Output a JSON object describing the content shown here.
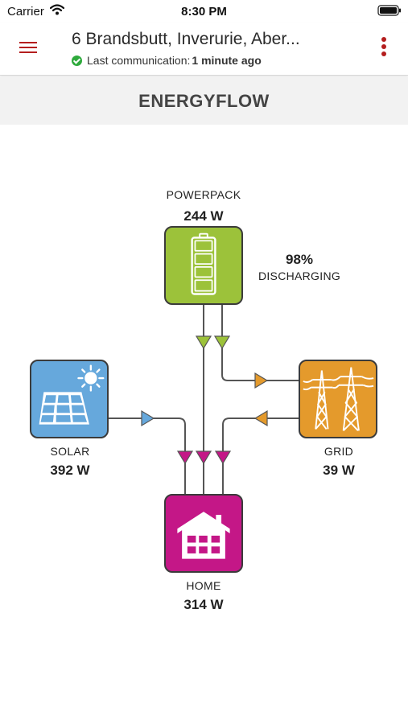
{
  "status_bar": {
    "carrier": "Carrier",
    "time": "8:30 PM"
  },
  "header": {
    "address": "6 Brandsbutt, Inverurie, Aber...",
    "comm_label": "Last communication:",
    "comm_value": "1 minute ago"
  },
  "section": {
    "title": "ENERGYFLOW"
  },
  "energyflow": {
    "powerpack": {
      "label": "POWERPACK",
      "value": "244 W",
      "charge_percent": "98%",
      "charge_state": "DISCHARGING"
    },
    "solar": {
      "label": "SOLAR",
      "value": "392 W"
    },
    "grid": {
      "label": "GRID",
      "value": "39 W"
    },
    "home": {
      "label": "HOME",
      "value": "314 W"
    }
  },
  "colors": {
    "powerpack": "#9cc23a",
    "solar": "#66a8dc",
    "grid": "#e49a2c",
    "home": "#c41787",
    "accent": "#b41e1e",
    "status_ok": "#2eaa3c"
  },
  "icons": {
    "menu": "hamburger-menu-icon",
    "more": "more-vertical-icon",
    "powerpack": "battery-icon",
    "solar": "solar-panel-icon",
    "grid": "power-pylon-icon",
    "home": "house-icon"
  }
}
